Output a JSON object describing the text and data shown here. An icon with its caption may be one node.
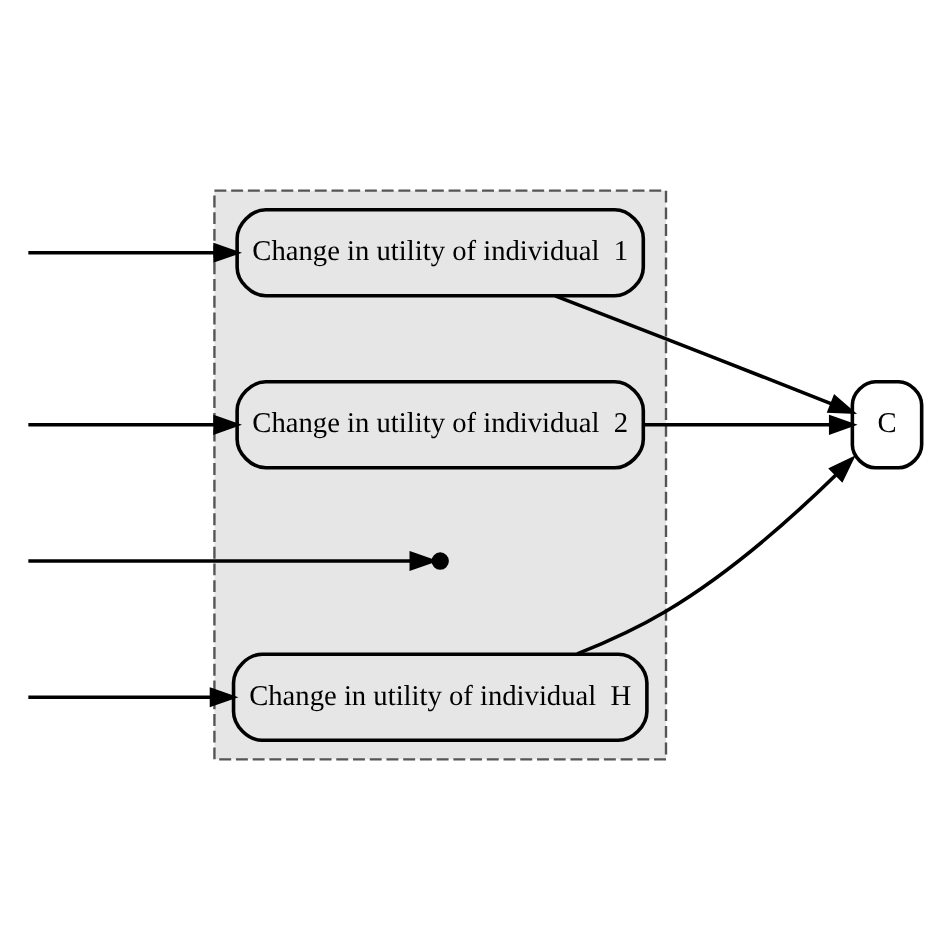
{
  "diagram": {
    "nodes": [
      {
        "text": [],
        "shape": "box"
      },
      {
        "text": [
          "Change in utility of individual  1"
        ],
        "in": 0
      },
      {
        "text": [
          "Change in utility of individual  2"
        ],
        "in": 0
      },
      {
        "text": [],
        "shape": "dots",
        "in": 0
      },
      {
        "text": [
          "Change in utility of individual  H"
        ],
        "in": 0
      },
      {
        "text": [
          "C"
        ]
      }
    ],
    "edges": [
      {
        "from": null,
        "to": 1,
        "arrow": "to"
      },
      {
        "from": null,
        "to": 2,
        "arrow": "to"
      },
      {
        "from": null,
        "to": 3,
        "arrow": "to"
      },
      {
        "from": null,
        "to": 4,
        "arrow": "to"
      },
      {
        "from": 1,
        "to": 5,
        "arrow": "to"
      },
      {
        "from": 2,
        "to": 5,
        "arrow": "to"
      },
      {
        "from": 4,
        "to": 5,
        "arrow": "to"
      }
    ]
  }
}
